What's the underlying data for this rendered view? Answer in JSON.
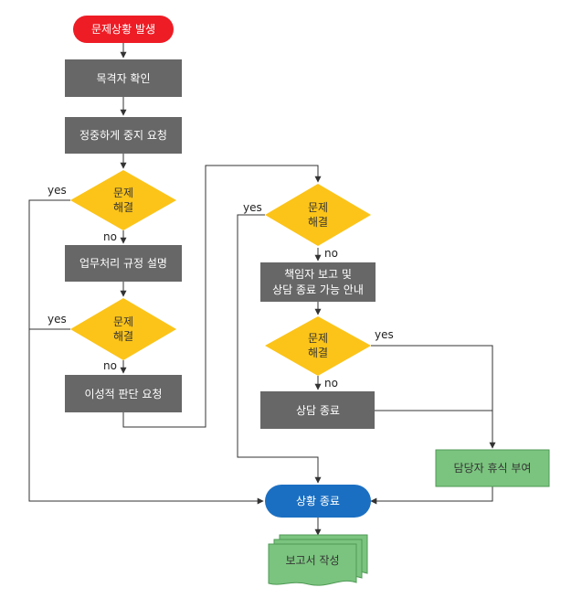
{
  "colors": {
    "start": "#ee1c25",
    "process": "#676767",
    "decision": "#fcc419",
    "end": "#1b6fc2",
    "green": "#7bc47f",
    "line": "#333333"
  },
  "nodes": {
    "start": "문제상황 발생",
    "witness": "목격자 확인",
    "request_stop": "정중하게 중지 요청",
    "decision1": [
      "문제",
      "해결"
    ],
    "explain_rules": "업무처리 규정 설명",
    "decision2": [
      "문제",
      "해결"
    ],
    "request_reason": "이성적 판단 요청",
    "decision3": [
      "문제",
      "해결"
    ],
    "report_manager": [
      "책임자 보고 및",
      "상담 종료 가능 안내"
    ],
    "decision4": [
      "문제",
      "해결"
    ],
    "end_consult": "상담 종료",
    "give_break": "담당자 휴식 부여",
    "end_situation": "상황 종료",
    "write_report": "보고서 작성"
  },
  "edge_labels": {
    "yes": "yes",
    "no": "no"
  }
}
